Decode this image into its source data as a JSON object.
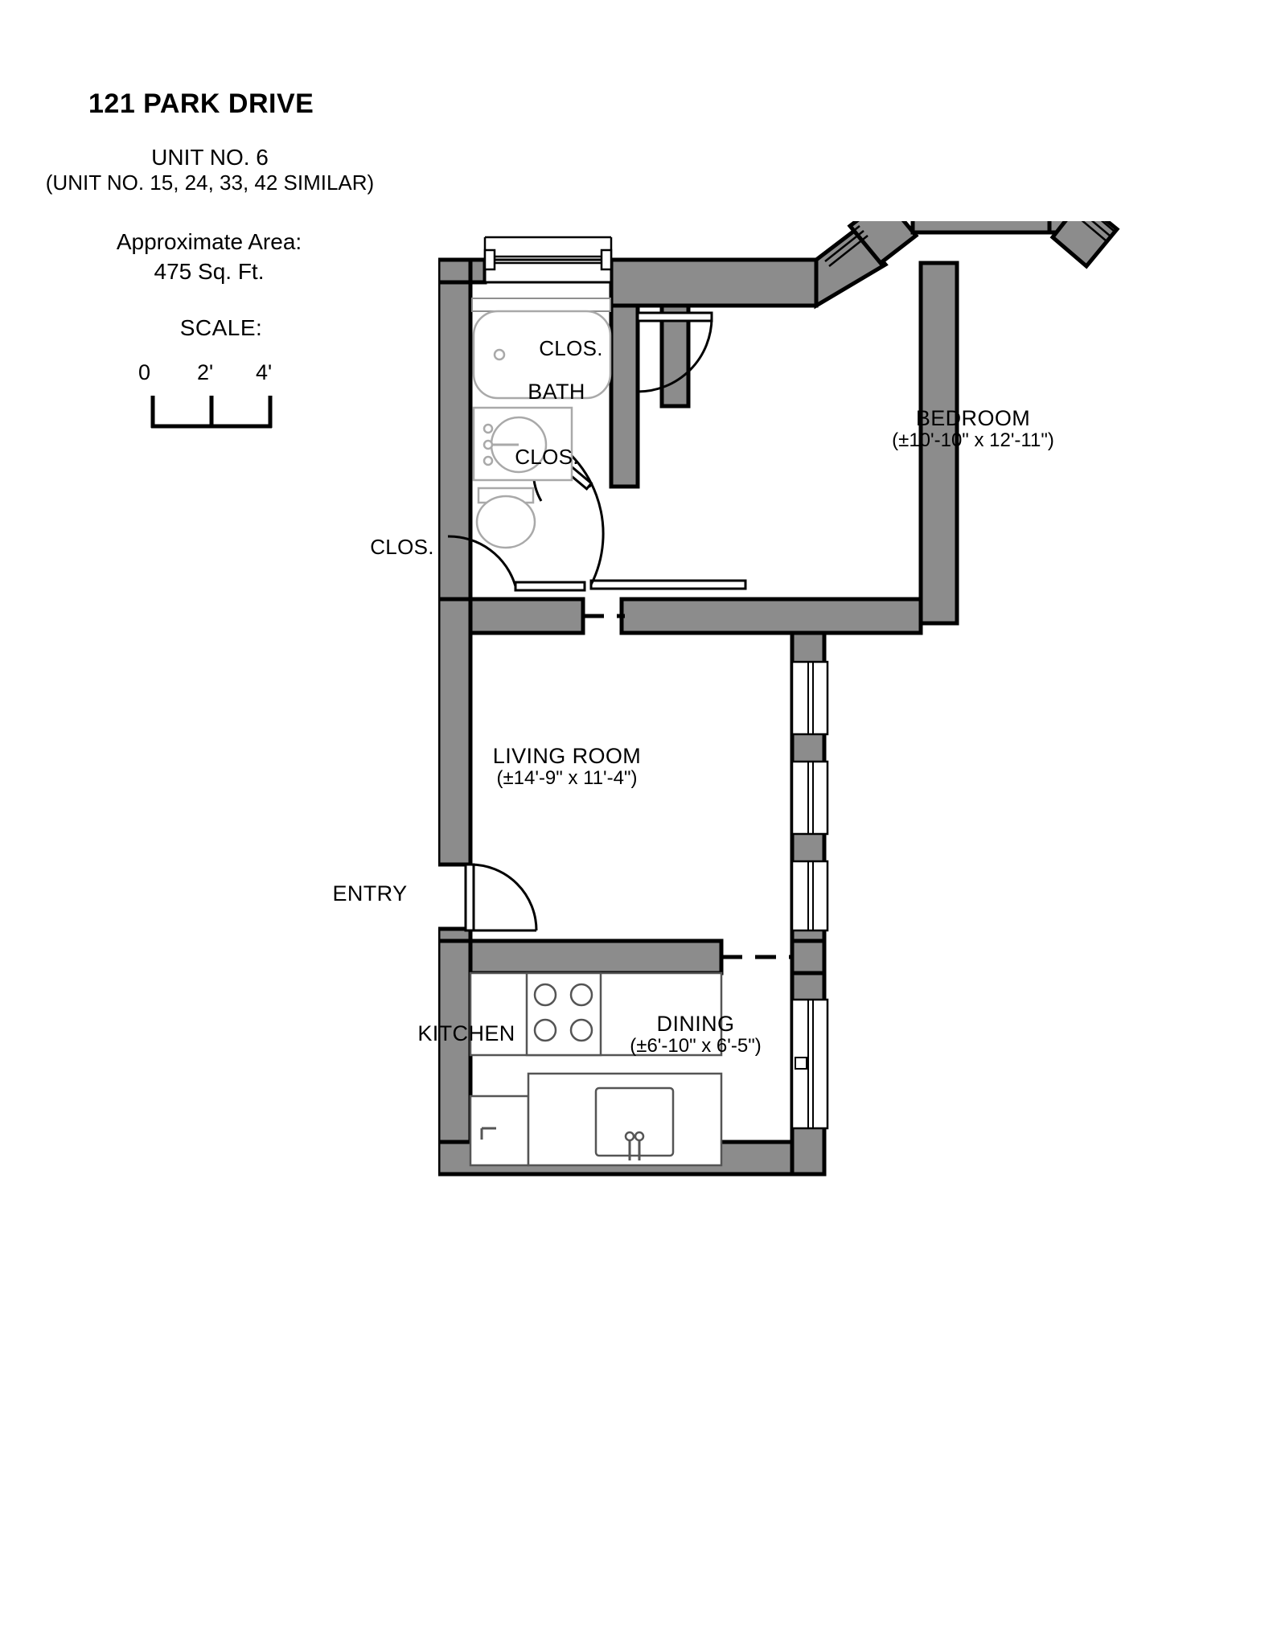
{
  "titleblock": {
    "address": "121 PARK DRIVE",
    "unit_no": "UNIT NO. 6",
    "unit_similar": "(UNIT NO. 15, 24, 33, 42 SIMILAR)",
    "area_label": "Approximate Area:",
    "area_value": "475 Sq. Ft.",
    "scale_label": "SCALE:",
    "scale_ticks": [
      "0",
      "2'",
      "4'"
    ]
  },
  "rooms": [
    {
      "name": "BATH",
      "dims": ""
    },
    {
      "name": "BEDROOM",
      "dims": "(±10'-10\" x 12'-11\")"
    },
    {
      "name": "LIVING ROOM",
      "dims": "(±14'-9\" x 11'-4\")"
    },
    {
      "name": "KITCHEN",
      "dims": ""
    },
    {
      "name": "DINING",
      "dims": "(±6'-10\" x 6'-5\")"
    },
    {
      "name": "ENTRY",
      "dims": ""
    }
  ],
  "closets": [
    {
      "label": "CLOS."
    },
    {
      "label": "CLOS."
    },
    {
      "label": "CLOS."
    }
  ],
  "colors": {
    "wall_fill": "#8c8c8c",
    "wall_stroke": "#000000",
    "fixture_stroke": "#a9a9a9",
    "background": "#ffffff",
    "text": "#000000"
  }
}
